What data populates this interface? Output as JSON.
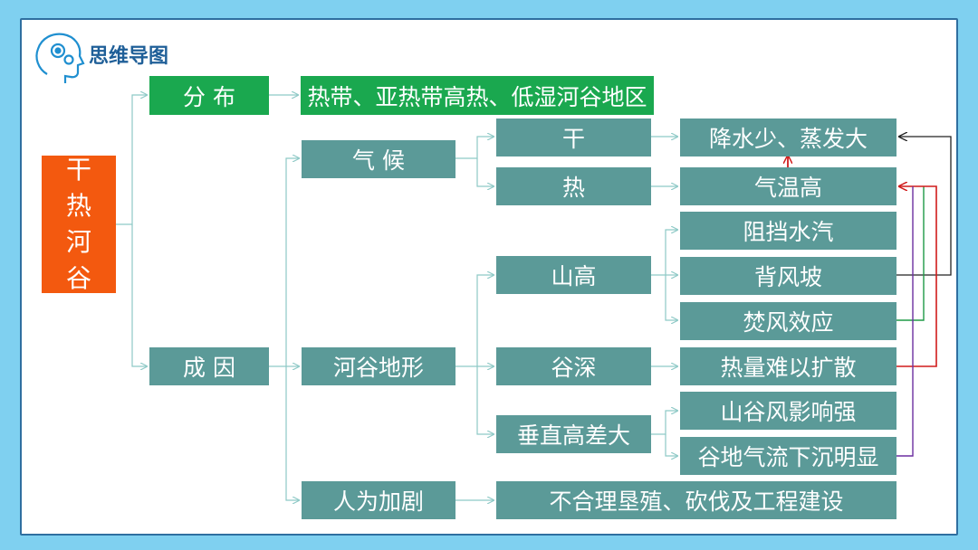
{
  "header": {
    "title": "思维导图",
    "icon": "head-gears-icon"
  },
  "colors": {
    "teal": "#5b9a98",
    "green": "#1aa84f",
    "orange": "#f3590f",
    "border": "#2f6fa0",
    "background": "#7fd0f0"
  },
  "nodes": {
    "root": [
      "干",
      "热",
      "河",
      "谷"
    ],
    "distribution": "分 布",
    "distribution_desc": "热带、亚热带高热、低湿河谷地区",
    "cause": "成 因",
    "climate": "气 候",
    "dry": "干",
    "hot": "热",
    "less_rain": "降水少、蒸发大",
    "high_temp": "气温高",
    "terrain": "河谷地形",
    "high_mountain": "山高",
    "block_vapor": "阻挡水汽",
    "leeward": "背风坡",
    "foehn": "焚风效应",
    "deep_valley": "谷深",
    "heat_trapped": "热量难以扩散",
    "vertical_diff": "垂直高差大",
    "valley_wind": "山谷风影响强",
    "downflow": "谷地气流下沉明显",
    "human": "人为加剧",
    "human_desc": "不合理垦殖、砍伐及工程建设"
  }
}
